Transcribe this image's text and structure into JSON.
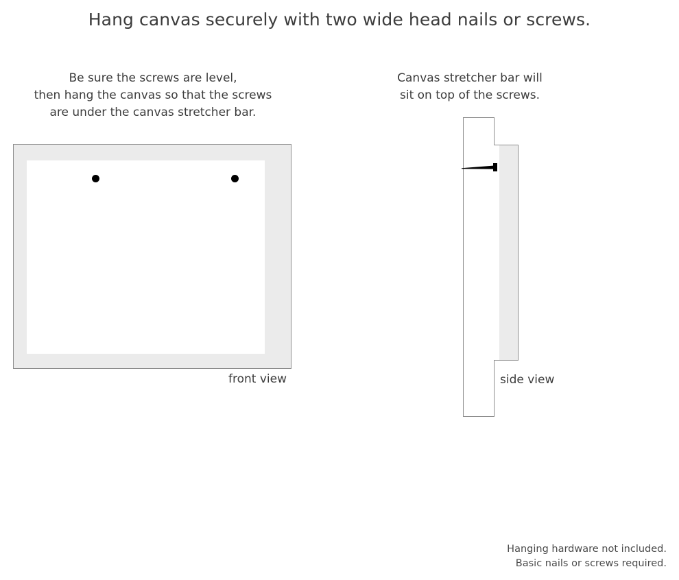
{
  "title": "Hang canvas securely with two wide head nails or screws.",
  "columns": {
    "left": {
      "caption_lines": [
        "Be sure the screws are level,",
        "then hang the canvas so that the screws",
        "are under the canvas stretcher bar."
      ],
      "view_label": "front view",
      "diagram": {
        "frame_color": "#ebebeb",
        "canvas_color": "#ffffff",
        "outline_color": "#8d8d8d",
        "screw_color": "#000000",
        "screw_count": 2
      }
    },
    "right": {
      "caption_lines": [
        "Canvas stretcher bar will",
        "sit on top of the screws."
      ],
      "view_label": "side view",
      "diagram": {
        "wall_color": "#ffffff",
        "stretcher_bar_color": "#ebebeb",
        "outline_color": "#8d8d8d",
        "nail_color": "#000000",
        "nail_count": 1
      }
    }
  },
  "footer_lines": [
    "Hanging hardware not included.",
    "Basic nails or screws required."
  ]
}
